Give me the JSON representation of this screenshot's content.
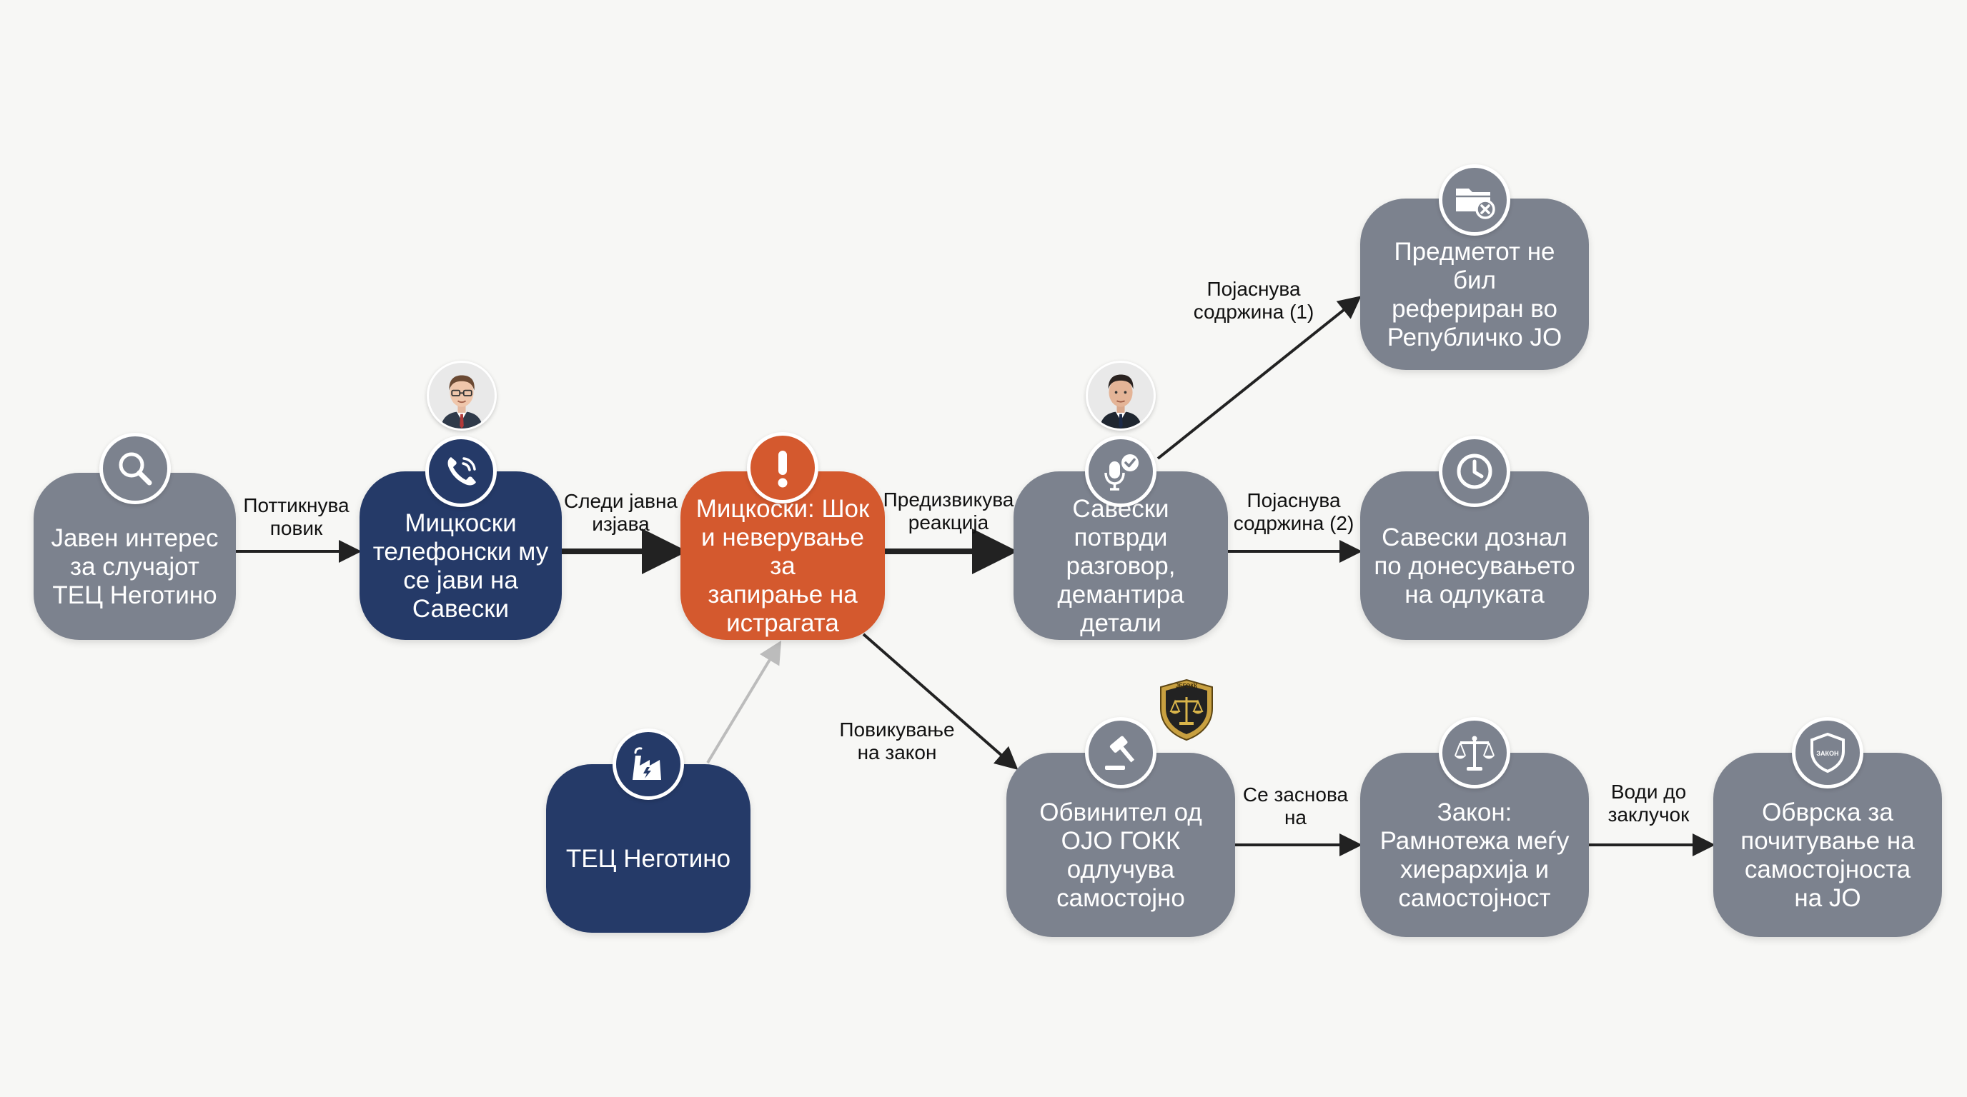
{
  "colors": {
    "gray_node": "#7c828e",
    "navy_node": "#253a68",
    "alert_node": "#d4592e",
    "arrow": "#222222",
    "faint_arrow": "#bcbcbc"
  },
  "nodes": [
    {
      "id": "public-interest",
      "text": "Јавен интерес\nза случајот\nТЕЦ Неготино",
      "icon": "search-icon"
    },
    {
      "id": "mickoski-call",
      "text": "Мицкоски\nтелефонски му\nсе јави на\nСавески",
      "icon": "phone-icon"
    },
    {
      "id": "mickoski-shock",
      "text": "Мицкоски: Шок\nи неверување за\nзапирање на\nистрагата",
      "icon": "exclamation-icon"
    },
    {
      "id": "saveski-confirms",
      "text": "Савески\nпотврди разговор,\nдемантира\nдетали",
      "icon": "microphone-check-icon"
    },
    {
      "id": "not-referred",
      "text": "Предметот не бил\nрефериран во\nРепубличко ЈО",
      "icon": "folder-x-icon"
    },
    {
      "id": "saveski-learned",
      "text": "Савески дознал\nпо донесувањето\nна одлуката",
      "icon": "clock-icon"
    },
    {
      "id": "tec-negotino",
      "text": "ТЕЦ Неготино",
      "icon": "power-plant-icon"
    },
    {
      "id": "prosecutor-decides",
      "text": "Обвинител од\nОЈО ГОКК\nодлучува\nсамостојно",
      "icon": "gavel-icon"
    },
    {
      "id": "law-balance",
      "text": "Закон:\nРамнотежа меѓу\nхиерархија и\nсамостојност",
      "icon": "scales-icon"
    },
    {
      "id": "obligation",
      "text": "Обврска за\nпочитување на\nсамостојноста\nна ЈО",
      "icon": "shield-law-icon"
    }
  ],
  "edge_labels": [
    {
      "id": "prompts-call",
      "text": "Поттикнува\nповик"
    },
    {
      "id": "follows-statement",
      "text": "Следи јавна\nизјава"
    },
    {
      "id": "provokes-reaction",
      "text": "Предизвикува\nреакција"
    },
    {
      "id": "explains-content-1",
      "text": "Појаснува\nсодржина (1)"
    },
    {
      "id": "explains-content-2",
      "text": "Појаснува\nсодржина (2)"
    },
    {
      "id": "invokes-law",
      "text": "Повикување\nна закон"
    },
    {
      "id": "based-on",
      "text": "Се заснова\nна"
    },
    {
      "id": "leads-to-conclusion",
      "text": "Води до\nзаклучок"
    }
  ],
  "shield_badge_text": "ЗАКОН",
  "emblem_text": "ЈЕГОКК"
}
